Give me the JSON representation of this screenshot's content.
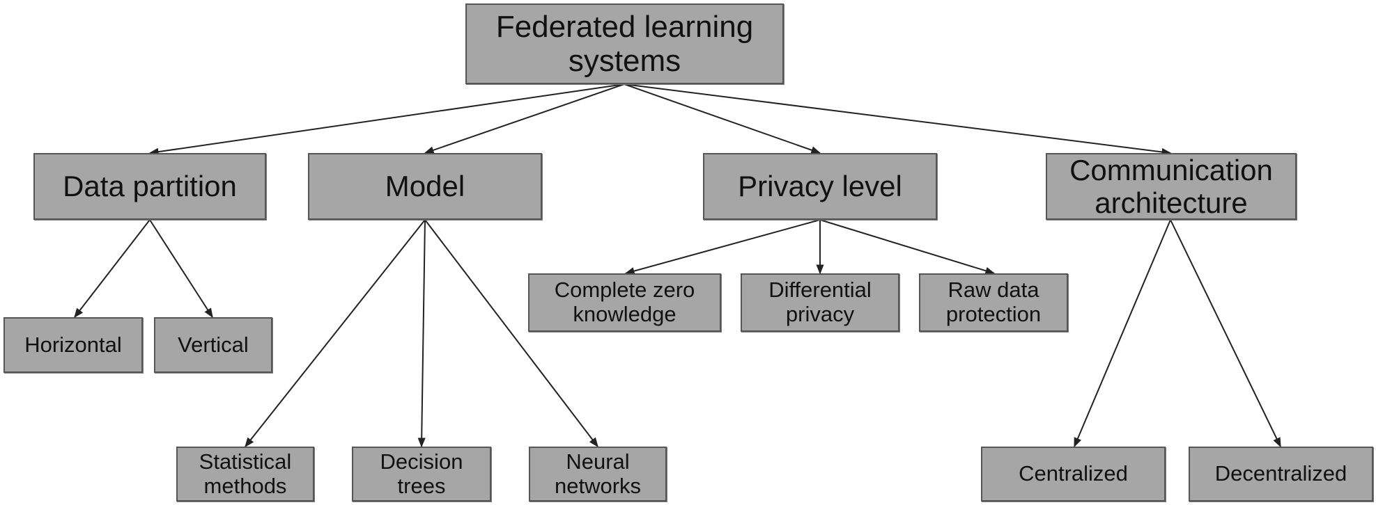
{
  "root": {
    "label": "Federated learning\nsystems"
  },
  "categories": {
    "data_partition": {
      "label": "Data partition",
      "children": [
        "Horizontal",
        "Vertical"
      ]
    },
    "model": {
      "label": "Model",
      "children": [
        "Statistical\nmethods",
        "Decision\ntrees",
        "Neural\nnetworks"
      ]
    },
    "privacy_level": {
      "label": "Privacy level",
      "children": [
        "Complete zero\nknowledge",
        "Differential\nprivacy",
        "Raw data\nprotection"
      ]
    },
    "communication_architecture": {
      "label": "Communication\narchitecture",
      "children": [
        "Centralized",
        "Decentralized"
      ]
    }
  },
  "colors": {
    "node_fill": "#a6a6a6",
    "node_border": "#555555",
    "edge": "#222222"
  }
}
